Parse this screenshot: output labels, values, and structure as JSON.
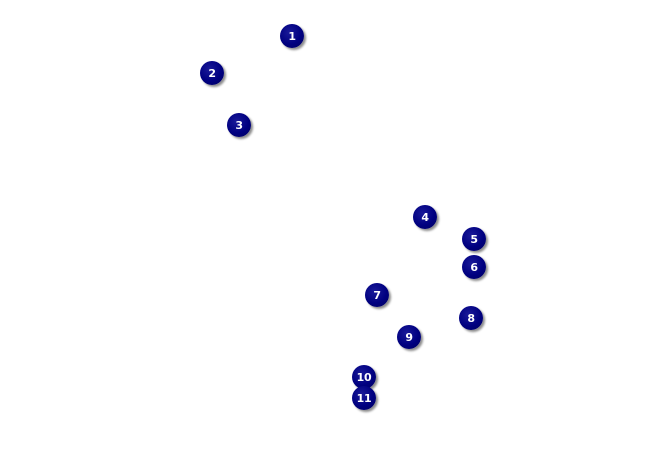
{
  "marker_color": "#000080",
  "marker_text_color": "#ffffff",
  "markers": [
    {
      "label": "1"
    },
    {
      "label": "2"
    },
    {
      "label": "3"
    },
    {
      "label": "4"
    },
    {
      "label": "5"
    },
    {
      "label": "6"
    },
    {
      "label": "7"
    },
    {
      "label": "8"
    },
    {
      "label": "9"
    },
    {
      "label": "10"
    },
    {
      "label": "11"
    }
  ]
}
